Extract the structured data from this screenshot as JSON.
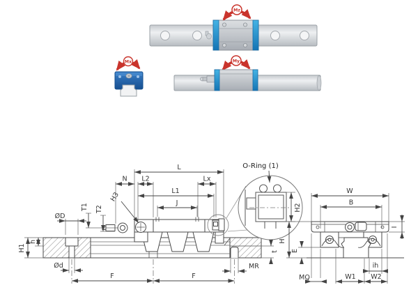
{
  "illustrations": {
    "top_view": {
      "moment_label": "Mz"
    },
    "front_view": {
      "moment_label": "Mx"
    },
    "side_view": {
      "moment_label": "My"
    }
  },
  "callout": {
    "o_ring_label": "O-Ring (1)"
  },
  "dims": {
    "L": "L",
    "N": "N",
    "L2": "L2",
    "Lx": "Lx",
    "L1": "L1",
    "J": "J",
    "H3": "H3",
    "T1": "T1",
    "T2": "T2",
    "OD": "ØD",
    "Od": "Ød",
    "H1": "H1",
    "h_small": "h",
    "F_left": "F",
    "F_right": "F",
    "MR": "MR",
    "t_small": "t",
    "H2": "H2",
    "W": "W",
    "B": "B",
    "H": "H",
    "E": "E",
    "I_dim": "I",
    "ih": "ih",
    "MQ": "MQ",
    "W1": "W1",
    "W2": "W2"
  },
  "colors": {
    "carriage_blue": "#2b9fd8",
    "block_blue": "#1d5fa7",
    "arrow_red": "#c9342c",
    "line": "#4a4a4a",
    "rail_grey": "#d9dcdf"
  }
}
